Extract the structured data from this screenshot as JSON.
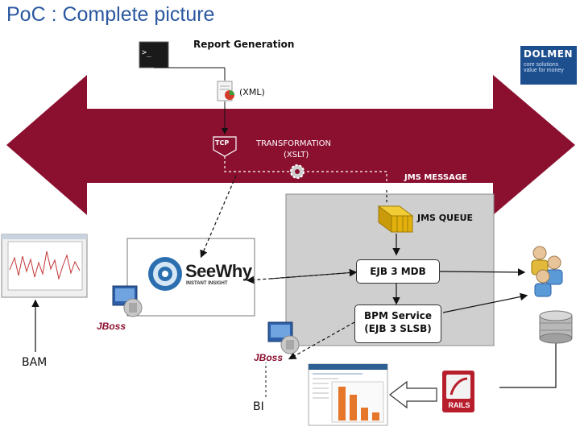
{
  "title": "PoC : Complete picture",
  "labels": {
    "report_generation": "Report Generation",
    "xml": "(XML)",
    "tcp": "TCP",
    "transformation": "TRANSFORMATION",
    "xslt": "(XSLT)",
    "jms_message": "JMS MESSAGE",
    "jms_queue": "JMS QUEUE",
    "ejb_mdb": "EJB 3 MDB",
    "bpm_service": "BPM Service",
    "bpm_ejb": "(EJB 3 SLSB)",
    "bam": "BAM",
    "bi": "BI"
  },
  "logos": {
    "dolmen_name": "DOLMEN",
    "dolmen_tag1": "core solutions",
    "dolmen_tag2": "value for money",
    "seewhy_main": "SeeWhy",
    "seewhy_sub": "INSTANT INSIGHT",
    "jboss": "JBoss",
    "rails": "RAILS"
  },
  "colors": {
    "title": "#2a57a0",
    "arrow_band": "#8b1030",
    "queue_panel": "#cfcfcf",
    "dolmen": "#1d4f8f",
    "jms_gold": "#e3b10d"
  }
}
